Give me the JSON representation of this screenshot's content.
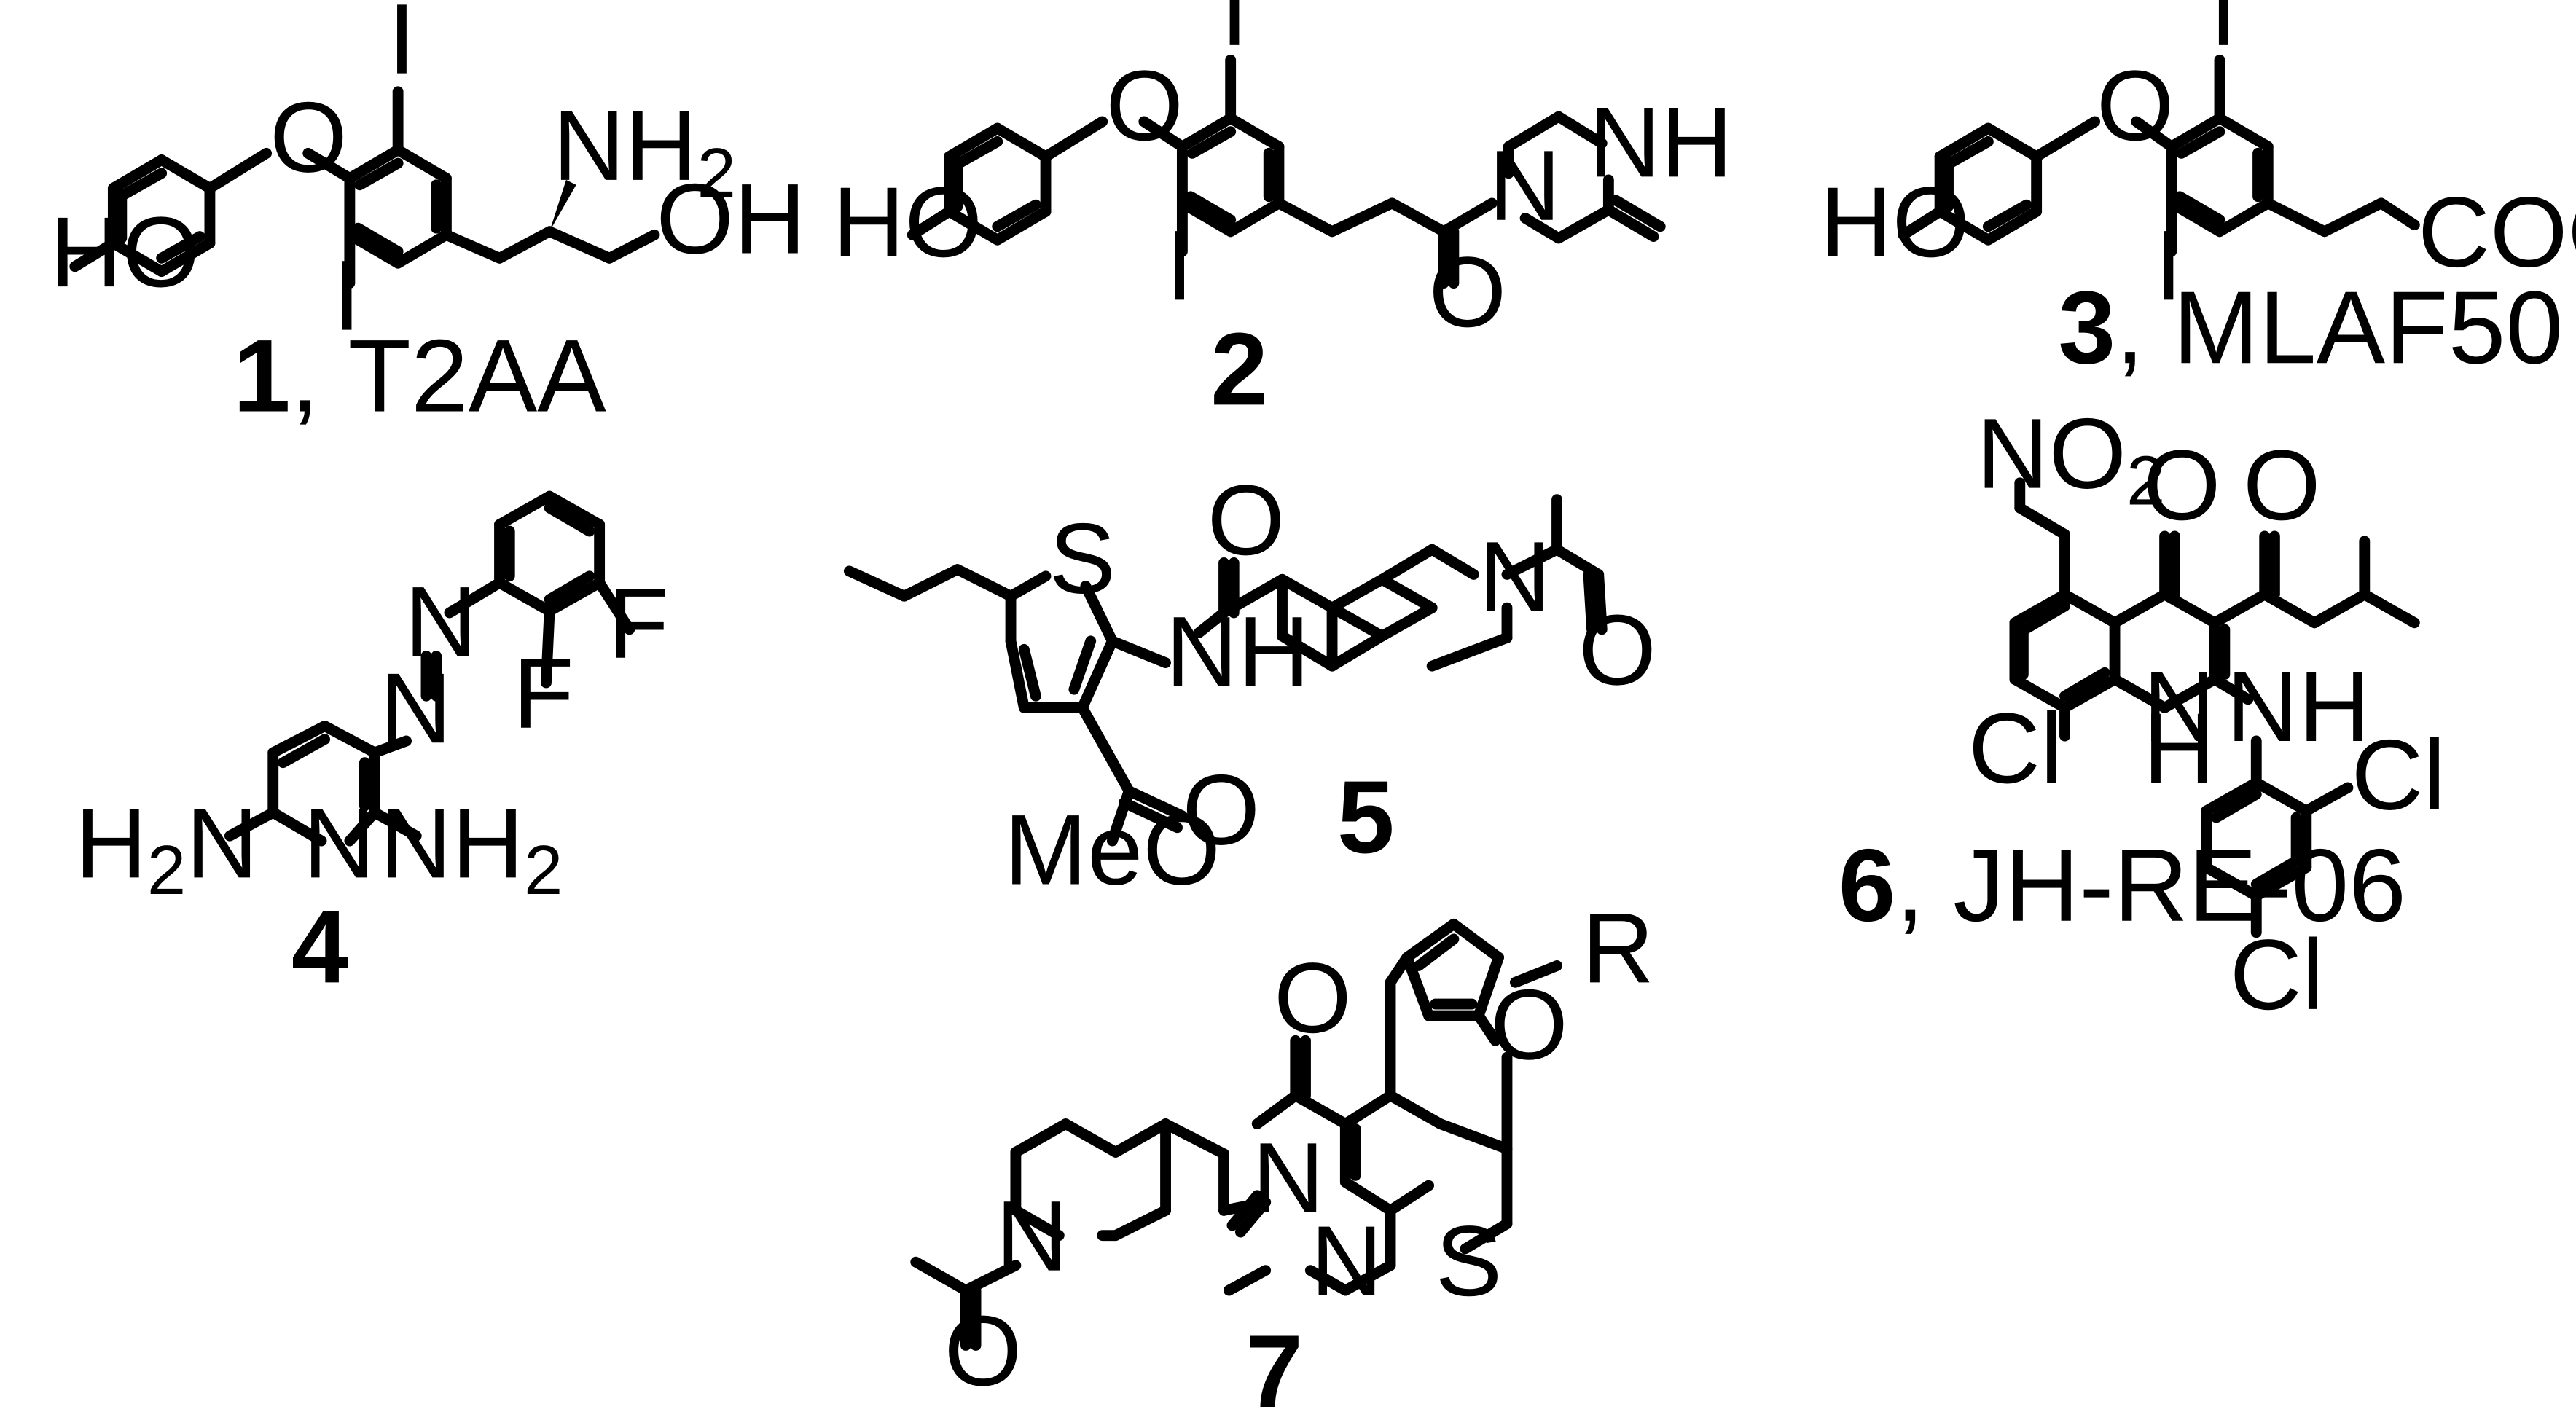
{
  "compounds": [
    {
      "id": "1",
      "name": "T2AA",
      "atoms": {
        "hydroxyl": "HO",
        "ether_o": "O",
        "iodo_top": "I",
        "iodo_bottom": "I",
        "amine": "NH",
        "amine_sub": "2",
        "hydroxyl_end": "OH"
      }
    },
    {
      "id": "2",
      "name": "",
      "atoms": {
        "hydroxyl": "HO",
        "ether_o": "O",
        "iodo_top": "I",
        "iodo_bottom": "I",
        "amide_o": "O",
        "amide_n": "N",
        "ring_nh": "NH"
      }
    },
    {
      "id": "3",
      "name": "MLAF50",
      "atoms": {
        "hydroxyl": "HO",
        "ether_o": "O",
        "iodo_top": "I",
        "iodo_bottom": "I",
        "acid": "COOH"
      }
    },
    {
      "id": "4",
      "name": "",
      "atoms": {
        "azo_n1": "N",
        "azo_n2": "N",
        "fluoro_1": "F",
        "fluoro_2": "F",
        "pyridine_n": "N",
        "amine_left_h": "H",
        "amine_left_sub": "2",
        "amine_left_n": "N",
        "amine_right": "NH",
        "amine_right_sub": "2"
      }
    },
    {
      "id": "5",
      "name": "",
      "atoms": {
        "thiophene_s": "S",
        "amide_o": "O",
        "amide_nh": "NH",
        "piperidine_n": "N",
        "acetyl_o": "O",
        "ester_o": "O",
        "ester_ome": "MeO"
      }
    },
    {
      "id": "6",
      "name": "JH-RE-06",
      "atoms": {
        "nitro": "NO",
        "nitro_sub": "2",
        "keto_o": "O",
        "acyl_o": "O",
        "chloro_1": "Cl",
        "ring_n": "N",
        "ring_h": "H",
        "amine_nh": "NH",
        "chloro_2": "Cl",
        "chloro_3": "Cl"
      }
    },
    {
      "id": "7",
      "name": "",
      "atoms": {
        "r_group": "R",
        "furan_o": "O",
        "keto_o": "O",
        "n3": "N",
        "n1": "N",
        "thiophene_s": "S",
        "piperidine_n": "N",
        "acetyl_o": "O"
      }
    }
  ],
  "label_separator": ", "
}
